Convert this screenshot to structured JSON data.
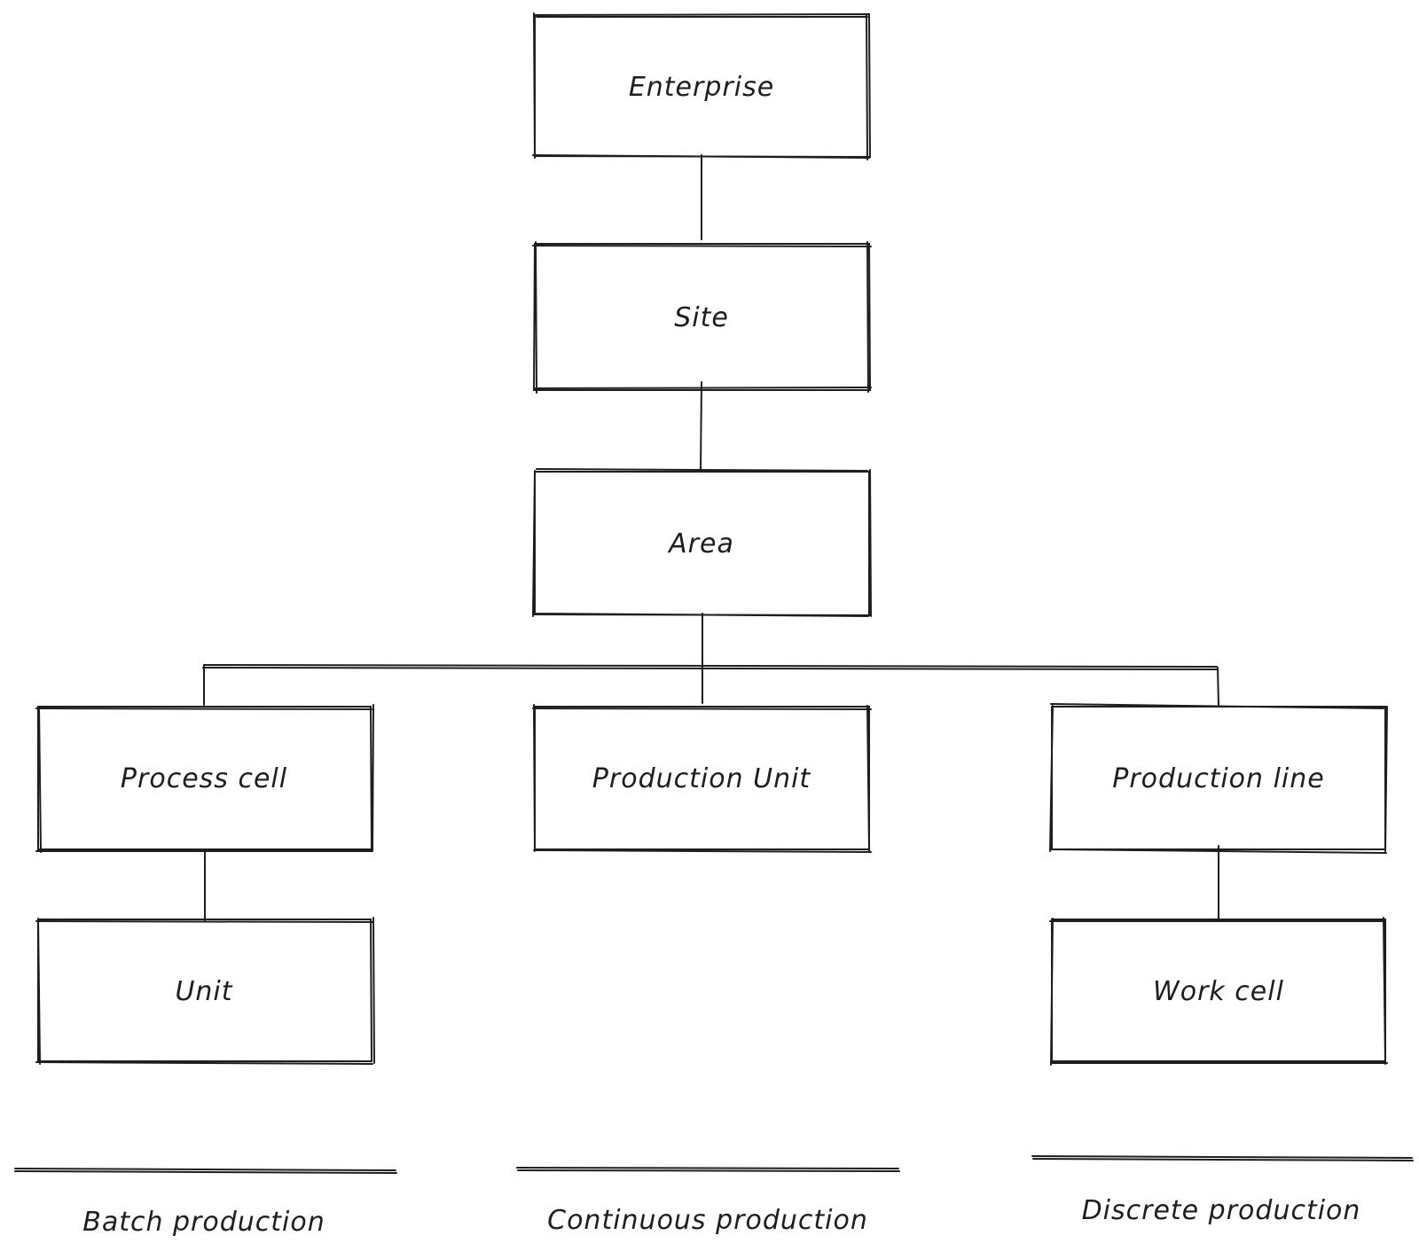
{
  "nodes": {
    "enterprise": {
      "label": "Enterprise"
    },
    "site": {
      "label": "Site"
    },
    "area": {
      "label": "Area"
    },
    "process_cell": {
      "label": "Process cell"
    },
    "production_unit": {
      "label": "Production Unit"
    },
    "production_line": {
      "label": "Production line"
    },
    "unit": {
      "label": "Unit"
    },
    "work_cell": {
      "label": "Work cell"
    }
  },
  "sections": {
    "batch": {
      "label": "Batch production"
    },
    "continuous": {
      "label": "Continuous production"
    },
    "discrete": {
      "label": "Discrete production"
    }
  },
  "colors": {
    "stroke": "#1e1e1e",
    "background": "#ffffff"
  }
}
